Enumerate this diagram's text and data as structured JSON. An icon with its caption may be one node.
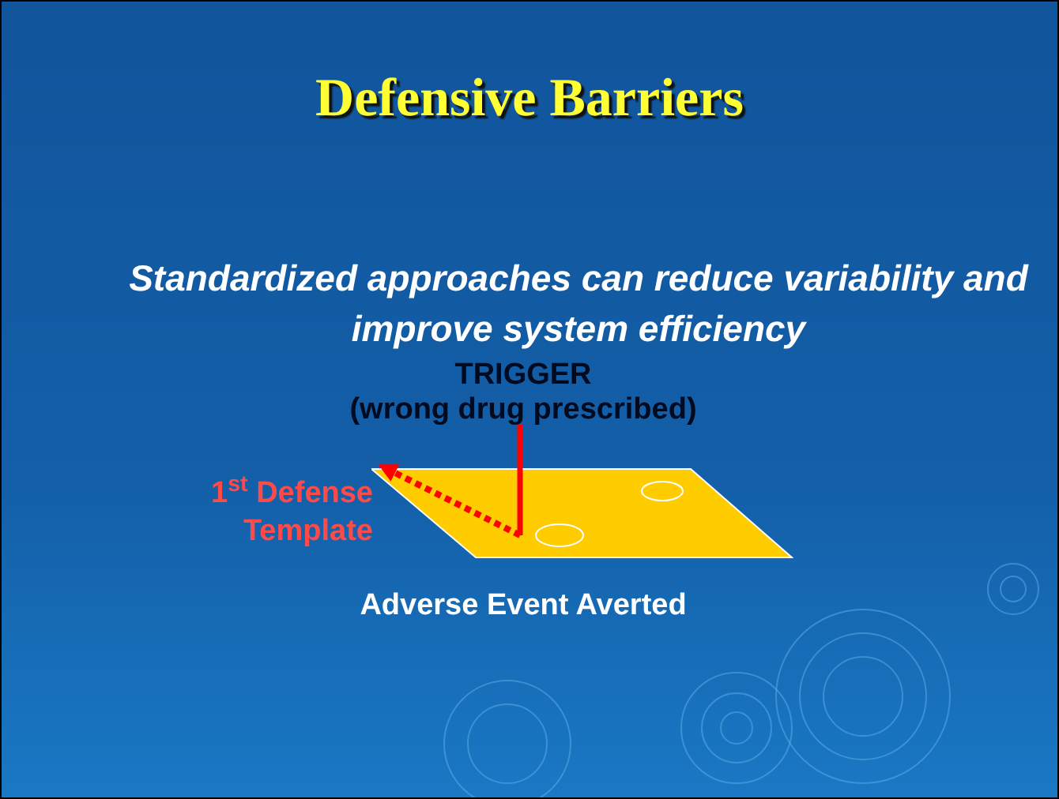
{
  "diagram": {
    "title": "Defensive Barriers",
    "nodes": [
      {
        "text": [
          "TRIGGER",
          "(wrong drug prescribed)"
        ]
      },
      {
        "text": [],
        "shape": "parallelogram",
        "beside": [
          "Adverse Event Averted"
        ]
      },
      {
        "text": [
          "1$^{st}$ Defense Template"
        ]
      }
    ],
    "edges": [
      {
        "from": 0,
        "to": 1,
        "arrow": "none"
      },
      {
        "from": 1,
        "to": 2,
        "arrow": "to",
        "style": "dashed"
      }
    ],
    "labels": [
      "Standardized approaches can reduce variability and improve system efficiency"
    ]
  }
}
